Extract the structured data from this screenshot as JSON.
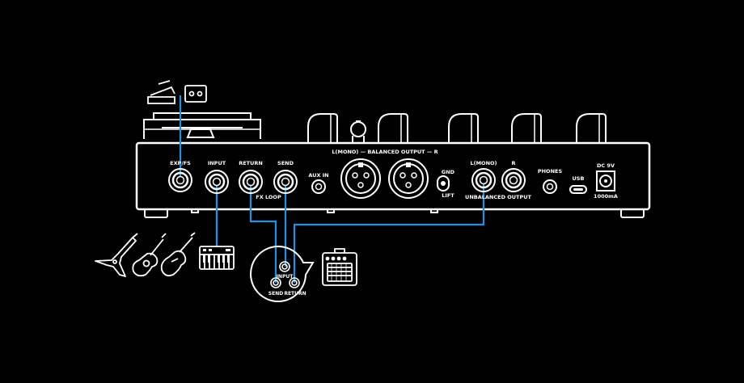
{
  "colors": {
    "background": "#000000",
    "outline": "#ffffff",
    "cable": "#1e90e6"
  },
  "device": {
    "jacks": {
      "exp_fs": "EXP/FS",
      "input": "INPUT",
      "return": "RETURN",
      "send": "SEND",
      "fx_loop": "FX LOOP",
      "aux_in": "AUX IN",
      "balanced_output": "L(MONO) — BALANCED OUTPUT — R",
      "gnd": "GND",
      "lift": "LIFT",
      "unbalanced_l": "L(MONO)",
      "unbalanced_r": "R",
      "unbalanced_output": "UNBALANCED OUTPUT",
      "phones": "PHONES",
      "usb": "USB",
      "dc": "DC 9V",
      "power": "1000mA"
    }
  },
  "amp_bubble": {
    "input": "INPUT",
    "send": "SEND",
    "return": "RETURN"
  },
  "icons": [
    "expression-pedal-icon",
    "footswitch-icon",
    "guitar-icon",
    "keyboard-icon",
    "amplifier-icon"
  ]
}
